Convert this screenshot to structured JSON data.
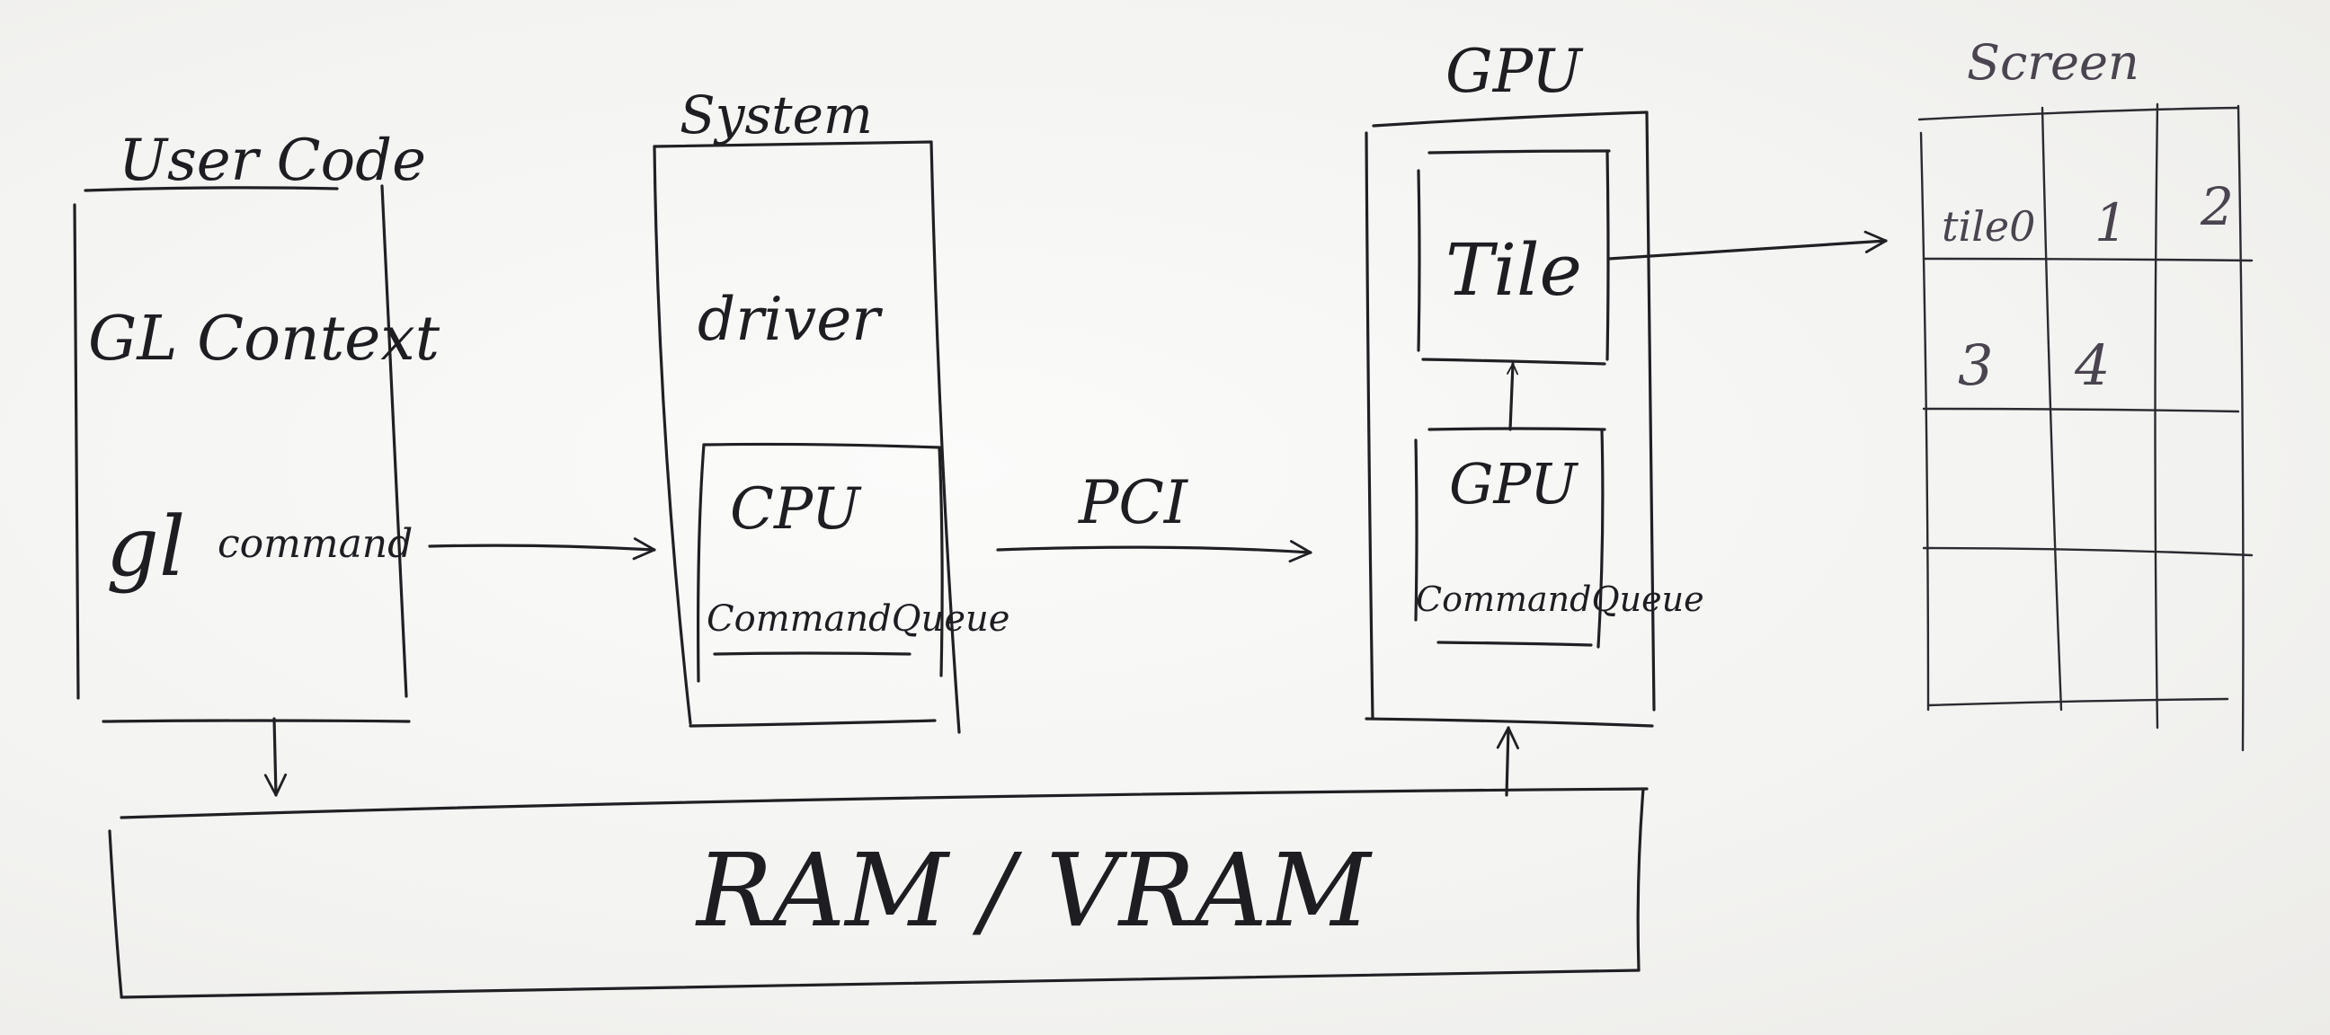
{
  "user_code": {
    "title": "User Code",
    "line1": "GL Context",
    "line2_prefix": "gl",
    "line2": "command"
  },
  "system": {
    "title": "System",
    "driver": "driver",
    "queue_line1": "CPU",
    "queue_line2": "CommandQueue"
  },
  "link": {
    "label": "PCI"
  },
  "gpu": {
    "title": "GPU",
    "tile": "Tile",
    "queue_line1": "GPU",
    "queue_line2": "CommandQueue"
  },
  "screen": {
    "title": "Screen",
    "cells": [
      "tile0",
      "1",
      "2",
      "3",
      "4"
    ]
  },
  "memory": {
    "label": "RAM / VRAM"
  }
}
